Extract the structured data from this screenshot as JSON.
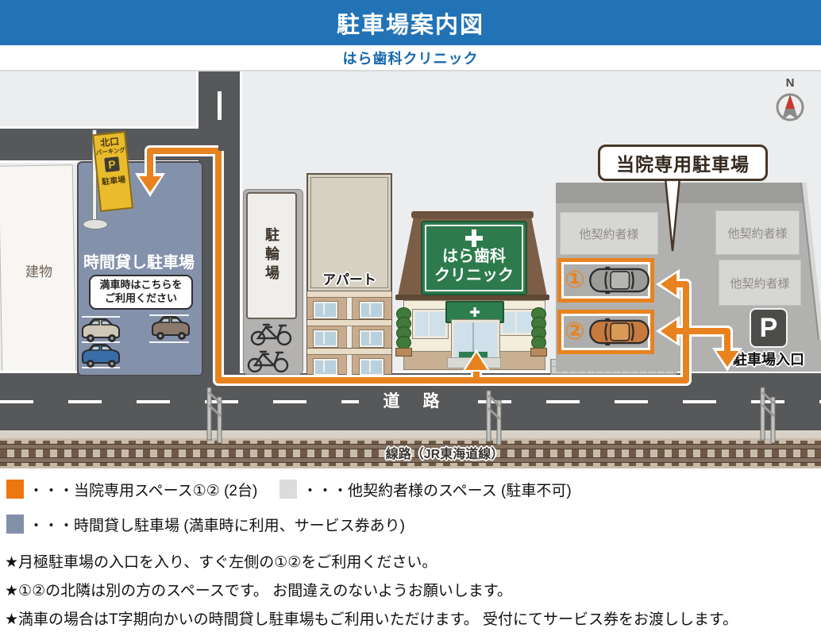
{
  "header": {
    "title": "駐車場案内図",
    "subtitle": "はら歯科クリニック"
  },
  "colors": {
    "header_blue": "#2273b6",
    "accent_orange": "#ee7611",
    "hourly_lot_blue_gray": "#8491ab",
    "other_space_gray": "#dcdddb",
    "route_orange": "#e8821f"
  },
  "map": {
    "compass_label": "N",
    "building_label": "建物",
    "flag_sign": {
      "line1": "北口",
      "line2": "パーキング",
      "p": "P",
      "line3": "駐車場"
    },
    "hourly_parking": {
      "title": "時間貸し駐車場",
      "note_line1": "満車時はこちらを",
      "note_line2": "ご利用ください"
    },
    "bicycle_area_label": "駐輪場",
    "apartment_label": "アパート",
    "clinic": {
      "name_line1": "はら歯科",
      "name_line2": "クリニック"
    },
    "dedicated_lot": {
      "bubble_label": "当院専用駐車場",
      "other_labels": [
        "他契約者様",
        "他契約者様",
        "他契約者様"
      ],
      "space1_number": "①",
      "space2_number": "②",
      "entrance_p": "P",
      "entrance_label": "駐車場入口"
    },
    "road_label": "道　路",
    "railway_label": "線路（JR東海道線）"
  },
  "legend": {
    "items": [
      {
        "color": "#ee7611",
        "text": "・・・当院専用スペース①② (2台)"
      },
      {
        "color": "#dcdddb",
        "text": "・・・他契約者様のスペース (駐車不可)"
      },
      {
        "color": "#8290aa",
        "text": "・・・時間貸し駐車場 (満車時に利用、サービス券あり)"
      }
    ]
  },
  "notes": [
    "★月極駐車場の入口を入り、すぐ左側の①②をご利用ください。",
    "★①②の北隣は別の方のスペースです。 お間違えのないようお願いします。",
    "★満車の場合はT字期向かいの時間貸し駐車場もご利用いただけます。 受付にてサービス券をお渡しします。"
  ]
}
